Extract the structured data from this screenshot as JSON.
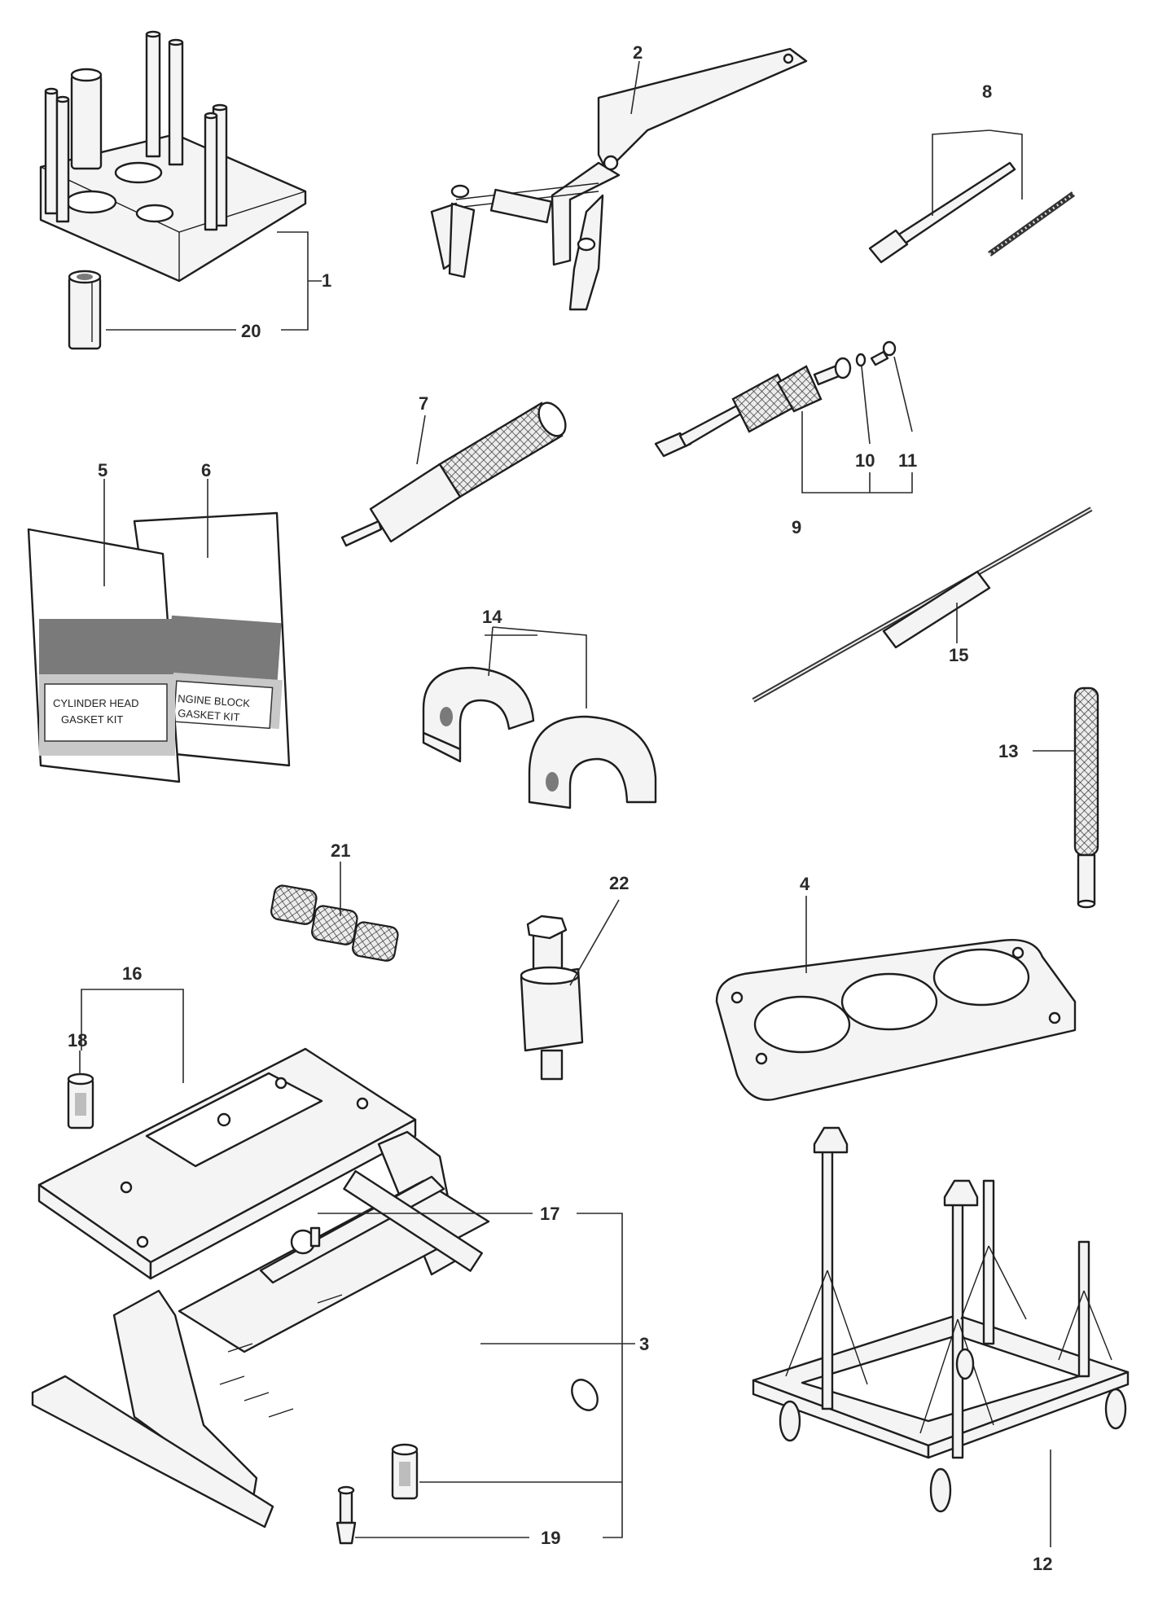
{
  "callouts": {
    "c1": "1",
    "c2": "2",
    "c3": "3",
    "c4": "4",
    "c5": "5",
    "c6": "6",
    "c7": "7",
    "c8": "8",
    "c9": "9",
    "c10": "10",
    "c11": "11",
    "c12": "12",
    "c13": "13",
    "c14": "14",
    "c15": "15",
    "c16": "16",
    "c17": "17",
    "c18": "18",
    "c19": "19",
    "c20": "20",
    "c21": "21",
    "c22": "22"
  },
  "bags": {
    "bag5": {
      "line1": "CYLINDER HEAD",
      "line2": "GASKET KIT"
    },
    "bag6": {
      "line1": "NGINE BLOCK",
      "line2": "GASKET KIT"
    }
  }
}
